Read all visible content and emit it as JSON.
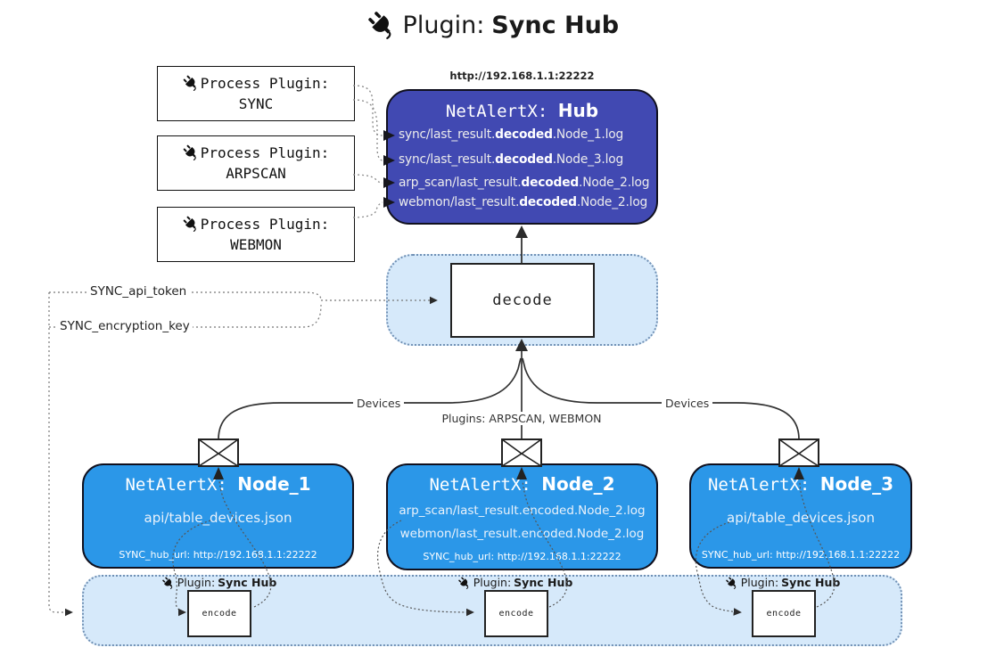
{
  "title": {
    "prefix": "Plugin:",
    "name": "Sync Hub"
  },
  "icons": {
    "plug": "plug-icon",
    "envelope": "envelope-icon"
  },
  "hub": {
    "url": "http://192.168.1.1:22222",
    "name_prefix": "NetAlertX:",
    "name": "Hub",
    "logs": [
      {
        "pre": "sync/last_result.",
        "em": "decoded",
        "post": ".Node_1.log"
      },
      {
        "pre": "sync/last_result.",
        "em": "decoded",
        "post": ".Node_3.log"
      },
      {
        "pre": "arp_scan/last_result.",
        "em": "decoded",
        "post": ".Node_2.log"
      },
      {
        "pre": "webmon/last_result.",
        "em": "decoded",
        "post": ".Node_2.log"
      }
    ]
  },
  "process_plugins": [
    {
      "label": "Process Plugin:",
      "name": "SYNC"
    },
    {
      "label": "Process Plugin:",
      "name": "ARPSCAN"
    },
    {
      "label": "Process Plugin:",
      "name": "WEBMON"
    }
  ],
  "decode": {
    "label": "decode"
  },
  "secrets": {
    "api_token": "SYNC_api_token",
    "encryption_key": "SYNC_encryption_key"
  },
  "edge_labels": {
    "devices_left": "Devices",
    "plugins": "Plugins: ARPSCAN, WEBMON",
    "devices_right": "Devices"
  },
  "nodes": [
    {
      "name_prefix": "NetAlertX:",
      "name": "Node_1",
      "files": [
        "api/table_devices.json"
      ],
      "hub_url": "SYNC_hub_url: http://192.168.1.1:22222"
    },
    {
      "name_prefix": "NetAlertX:",
      "name": "Node_2",
      "files": [
        "arp_scan/last_result.encoded.Node_2.log",
        "webmon/last_result.encoded.Node_2.log"
      ],
      "hub_url": "SYNC_hub_url: http://192.168.1.1:22222"
    },
    {
      "name_prefix": "NetAlertX:",
      "name": "Node_3",
      "files": [
        "api/table_devices.json"
      ],
      "hub_url": "SYNC_hub_url: http://192.168.1.1:22222"
    }
  ],
  "encoders": [
    {
      "label_prefix": "Plugin:",
      "label_name": "Sync Hub",
      "box": "encode"
    },
    {
      "label_prefix": "Plugin:",
      "label_name": "Sync Hub",
      "box": "encode"
    },
    {
      "label_prefix": "Plugin:",
      "label_name": "Sync Hub",
      "box": "encode"
    }
  ],
  "colors": {
    "hub_fill": "#4149b2",
    "node_fill": "#2b97e8",
    "panel_fill": "#d6e9fa",
    "wire_dark": "#333333"
  }
}
